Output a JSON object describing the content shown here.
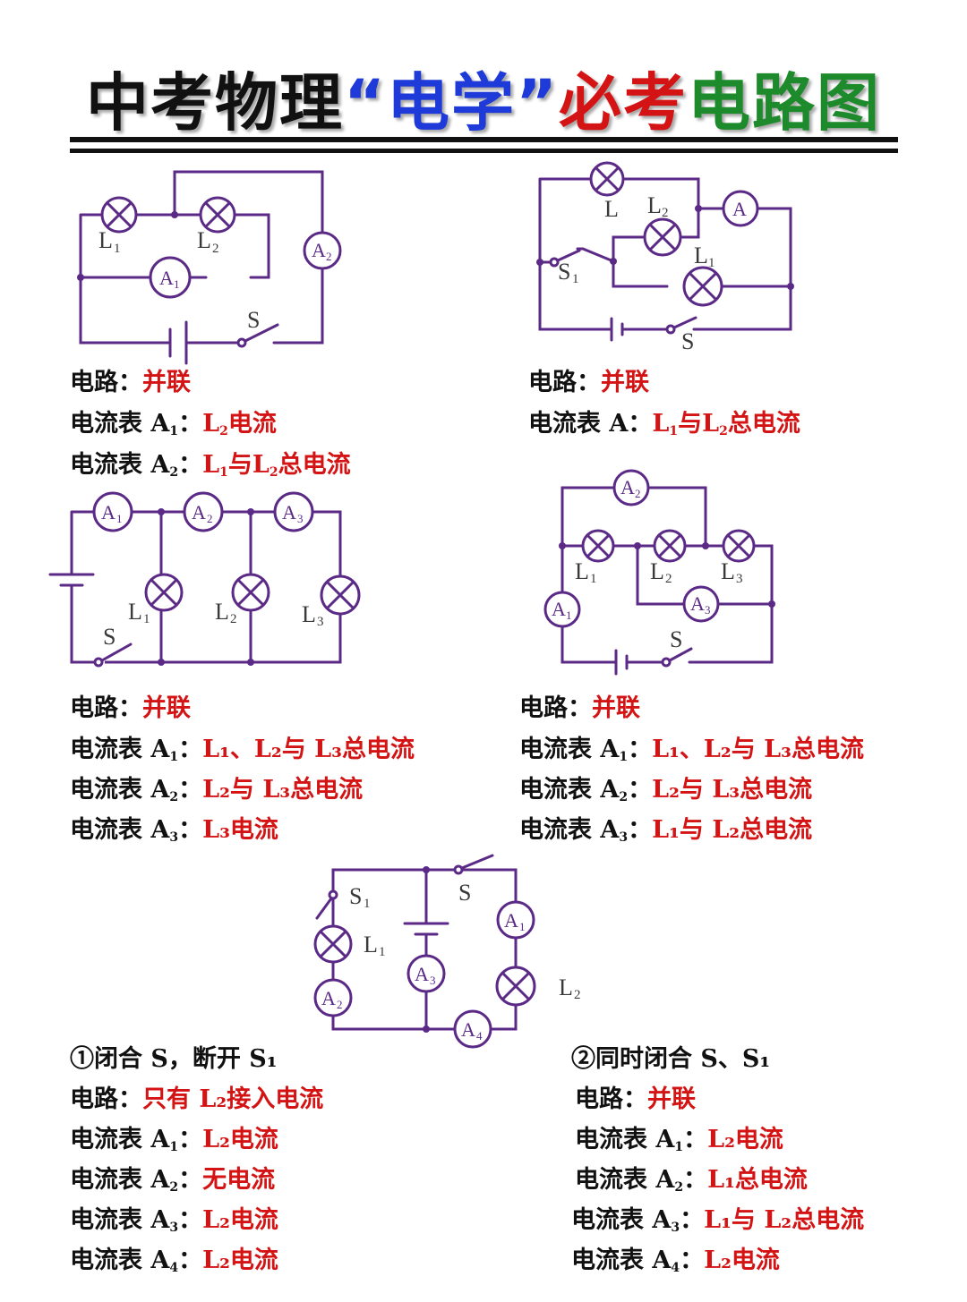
{
  "title": {
    "part1": "中考物理",
    "part2": "“电学”",
    "part3": "必考",
    "part4": "电路图"
  },
  "colors": {
    "purple": "#5b2a86",
    "red": "#d41414",
    "blue": "#1e3ad8",
    "green": "#1d8a2b"
  },
  "figure_labels": {
    "L": "L",
    "A": "A",
    "S": "S",
    "n1": "1",
    "n2": "2",
    "n3": "3",
    "n4": "4"
  },
  "panel1": {
    "circuit_label": "电路：",
    "circuit_value": "并联",
    "meter1_label": "电流表 A",
    "meter1_sub": "1",
    "meter1_colon": "：",
    "meter1_value_L": "L",
    "meter1_value_sub": "2",
    "meter1_value_text": "电流",
    "meter2_label": "电流表 A",
    "meter2_sub": "2",
    "meter2_colon": "：",
    "meter2_L1": "L",
    "meter2_L1_sub": "1",
    "meter2_with": "与",
    "meter2_L2": "L",
    "meter2_L2_sub": "2",
    "meter2_tail": "总电流"
  },
  "panel2": {
    "circuit_label": "电路：",
    "circuit_value": "并联",
    "meter_label": "电流表 A：",
    "L1": "L",
    "L1_sub": "1",
    "with": "与",
    "L2": "L",
    "L2_sub": "2",
    "tail": "总电流"
  },
  "panel3": {
    "circuit_label": "电路：",
    "circuit_value": "并联",
    "rows": [
      {
        "label": "电流表 A",
        "sub": "1",
        "colon": "：",
        "value": "L₁、L₂与 L₃总电流"
      },
      {
        "label": "电流表 A",
        "sub": "2",
        "colon": "：",
        "value": "L₂与 L₃总电流"
      },
      {
        "label": "电流表 A",
        "sub": "3",
        "colon": "：",
        "value": "L₃电流"
      }
    ]
  },
  "panel4": {
    "circuit_label": "电路：",
    "circuit_value": "并联",
    "rows": [
      {
        "label": "电流表 A",
        "sub": "1",
        "colon": "：",
        "value": "L₁、L₂与 L₃总电流"
      },
      {
        "label": "电流表 A",
        "sub": "2",
        "colon": "：",
        "value": "L₂与 L₃总电流"
      },
      {
        "label": "电流表 A",
        "sub": "3",
        "colon": "：",
        "value": "L₁与 L₂总电流"
      }
    ]
  },
  "panel5": {
    "case1_heading": "①闭合 S，断开 S₁",
    "case1_circuit_label": "电路：",
    "case1_circuit_value": "只有 L₂接入电流",
    "case1_rows": [
      {
        "label": "电流表 A",
        "sub": "1",
        "colon": "：",
        "value": "L₂电流"
      },
      {
        "label": "电流表 A",
        "sub": "2",
        "colon": "：",
        "value": "无电流"
      },
      {
        "label": "电流表 A",
        "sub": "3",
        "colon": "：",
        "value": "L₂电流"
      },
      {
        "label": "电流表 A",
        "sub": "4",
        "colon": "：",
        "value": "L₂电流"
      }
    ],
    "case2_heading": "②同时闭合 S、S₁",
    "case2_circuit_label": "电路：",
    "case2_circuit_value": "并联",
    "case2_rows": [
      {
        "label": "电流表 A",
        "sub": "1",
        "colon": "：",
        "value": "L₂电流"
      },
      {
        "label": "电流表 A",
        "sub": "2",
        "colon": "：",
        "value": "L₁总电流"
      },
      {
        "label": "电流表 A",
        "sub": "3",
        "colon": "：",
        "value": "L₁与 L₂总电流"
      },
      {
        "label": "电流表 A",
        "sub": "4",
        "colon": "：",
        "value": "L₂电流"
      }
    ]
  }
}
